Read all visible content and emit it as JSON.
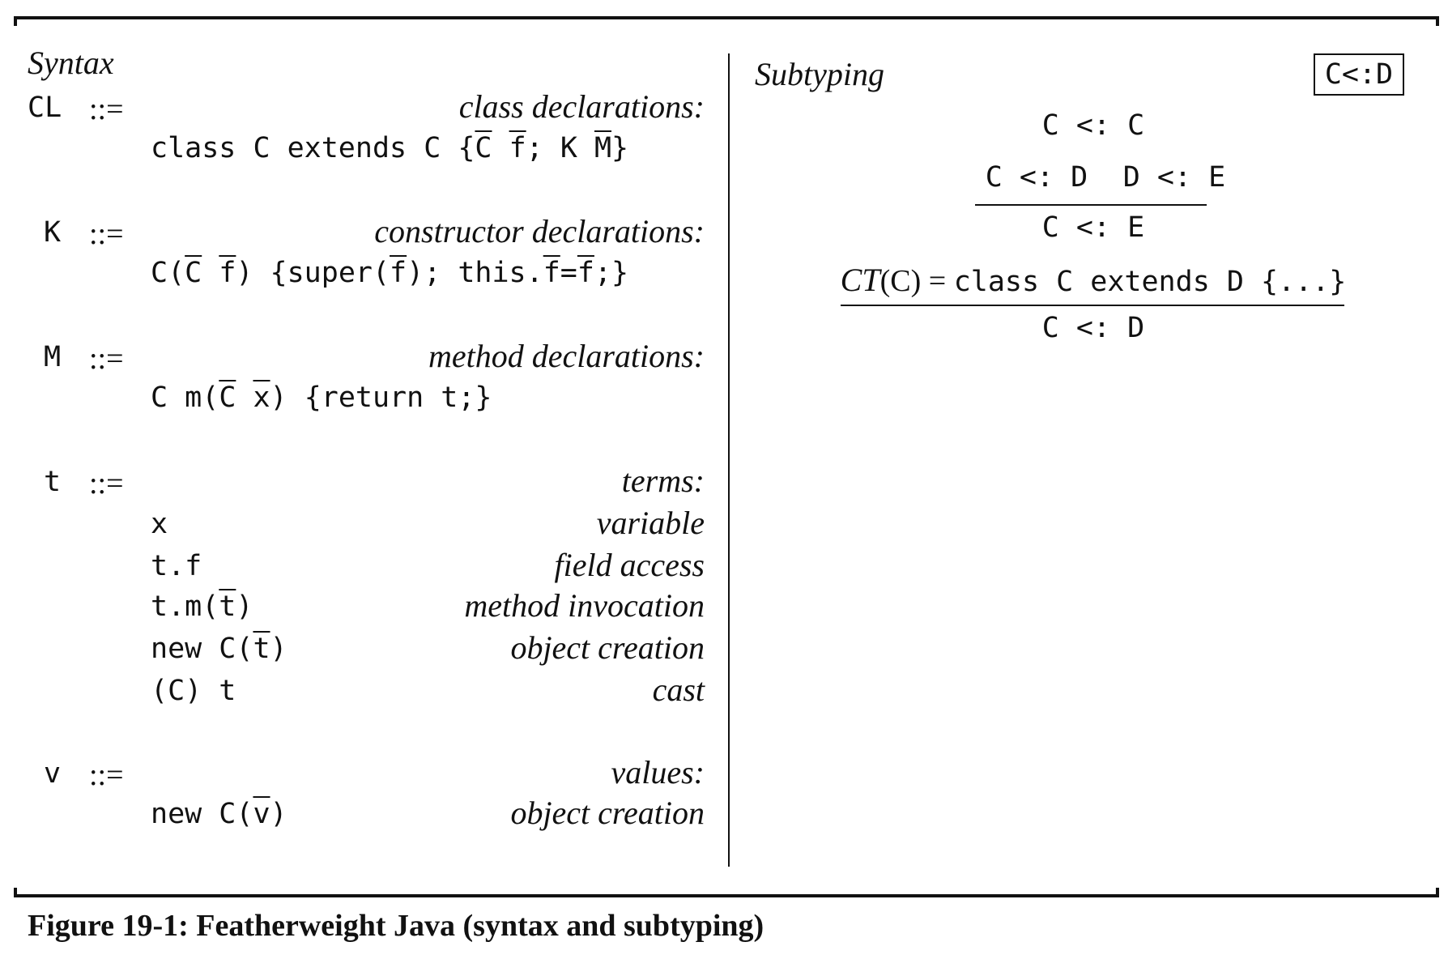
{
  "syntax": {
    "title": "Syntax",
    "productions": [
      {
        "nonterminal": "CL",
        "op": "::=",
        "description": "class declarations:",
        "rhs": {
          "kw_class": "class",
          "c1": "C",
          "kw_extends": "extends",
          "c2": "C",
          "brace_open": "{",
          "fields_type": "C",
          "fields_name": "f",
          "semi": ";",
          "k": "K",
          "methods": "M",
          "brace_close": "}"
        }
      },
      {
        "nonterminal": "K",
        "op": "::=",
        "description": "constructor declarations:",
        "rhs": {
          "c": "C",
          "lparen": "(",
          "param_type": "C",
          "param_name": "f",
          "rparen_brace": ") {super(",
          "super_args": "f",
          "this_part": "); this.",
          "assign_field": "f",
          "eq": "=",
          "assign_value": "f",
          "end": ";}"
        }
      },
      {
        "nonterminal": "M",
        "op": "::=",
        "description": "method declarations:",
        "rhs": {
          "ret_type": "C",
          "name_paren": "m(",
          "param_type": "C",
          "param_name": "x",
          "body": ") {return t;}"
        }
      },
      {
        "nonterminal": "t",
        "op": "::=",
        "description": "terms:",
        "alternatives": [
          {
            "term_pre": "x",
            "term_ol": "",
            "term_post": "",
            "label": "variable"
          },
          {
            "term_pre": "t.f",
            "term_ol": "",
            "term_post": "",
            "label": "field access"
          },
          {
            "term_pre": "t.m(",
            "term_ol": "t",
            "term_post": ")",
            "label": "method invocation"
          },
          {
            "term_pre": "new C(",
            "term_ol": "t",
            "term_post": ")",
            "label": "object creation"
          },
          {
            "term_pre": "(C) t",
            "term_ol": "",
            "term_post": "",
            "label": "cast"
          }
        ]
      },
      {
        "nonterminal": "v",
        "op": "::=",
        "description": "values:",
        "alternatives": [
          {
            "term_pre": "new C(",
            "term_ol": "v",
            "term_post": ")",
            "label": "object creation"
          }
        ]
      }
    ]
  },
  "subtyping": {
    "title": "Subtyping",
    "judgment": "C<:D",
    "rules": [
      {
        "premises": [],
        "conclusion": "C <: C"
      },
      {
        "premises": [
          "C <: D",
          "D <: E"
        ],
        "conclusion": "C <: E"
      },
      {
        "premise_fn": "CT",
        "premise_arg": "(C)",
        "premise_eq": " = ",
        "premise_body": "class C extends D {...}",
        "conclusion": "C <: D"
      }
    ]
  },
  "caption": "Figure 19-1: Featherweight Java (syntax and subtyping)"
}
